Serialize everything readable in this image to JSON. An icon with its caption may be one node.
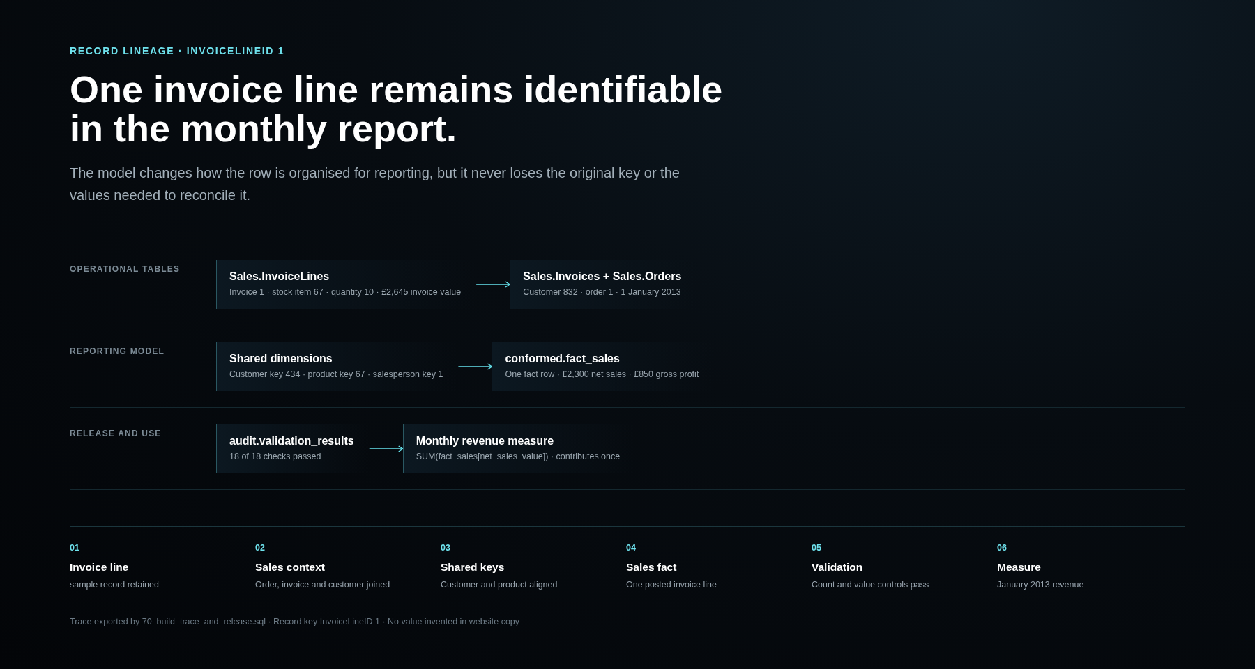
{
  "diagram": {
    "title": "One invoice line remains identifiable in the monthly report.",
    "caption": "Trace exported by 70_build_trace_and_release.sql · Record key InvoiceLineID 1 · No value invented in website copy",
    "nodes": [
      {
        "text": [
          "OPERATIONAL TABLES"
        ]
      },
      {
        "text": [
          "Sales.InvoiceLines",
          "Invoice 1 · stock item 67 · quantity 10 · £2,645 invoice value"
        ],
        "in": 0
      },
      {
        "text": [
          "Sales.Invoices + Sales.Orders",
          "Customer 832 · order 1 · 1 January 2013"
        ],
        "in": 0
      },
      {
        "text": [
          "REPORTING MODEL"
        ]
      },
      {
        "text": [
          "Shared dimensions",
          "Customer key 434 · product key 67 · salesperson key 1"
        ],
        "in": 3
      },
      {
        "text": [
          "conformed.fact_sales",
          "One fact row · £2,300 net sales · £850 gross profit"
        ],
        "in": 3
      },
      {
        "text": [
          "RELEASE AND USE"
        ]
      },
      {
        "text": [
          "audit.validation_results",
          "18 of 18 checks passed"
        ],
        "in": 6
      },
      {
        "text": [
          "Monthly revenue measure",
          "SUM(fact_sales[net_sales_value]) · contributes once"
        ],
        "in": 6
      }
    ],
    "edges": [
      {
        "from": 1,
        "to": 2,
        "arrow": "to"
      },
      {
        "from": 4,
        "to": 5,
        "arrow": "to"
      },
      {
        "from": 7,
        "to": 8,
        "arrow": "to"
      }
    ],
    "labels": [
      "RECORD LINEAGE · INVOICELINEID 1",
      "The model changes how the row is organised for reporting, but it never loses the original key or the values needed to reconcile it.",
      "01",
      "Invoice line",
      "sample record retained",
      "02",
      "Sales context",
      "Order, invoice and customer joined",
      "03",
      "Shared keys",
      "Customer and product aligned",
      "04",
      "Sales fact",
      "One posted invoice line",
      "05",
      "Validation",
      "Count and value controls pass",
      "06",
      "Measure",
      "January 2013 revenue"
    ]
  }
}
